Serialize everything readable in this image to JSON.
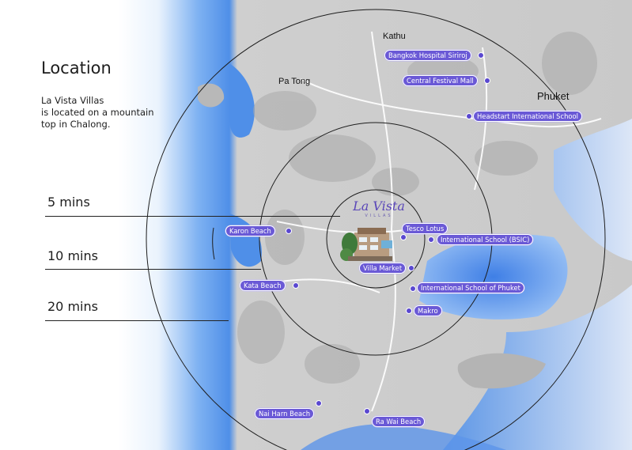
{
  "header": {
    "title": "Location",
    "description": "La Vista Villas\nis located on a mountain\ntop in Chalong."
  },
  "rings": [
    {
      "label": "5 mins"
    },
    {
      "label": "10 mins"
    },
    {
      "label": "20 mins"
    }
  ],
  "towns": {
    "kathu": "Kathu",
    "patong": "Pa Tong",
    "phuket": "Phuket"
  },
  "logo": {
    "name": "La Vista",
    "sub": "VILLAS"
  },
  "places": [
    {
      "label": "Bangkok Hospital Siriroj"
    },
    {
      "label": "Central Festival Mall"
    },
    {
      "label": "Headstart International School"
    },
    {
      "label": "Tesco Lotus"
    },
    {
      "label": "International School (BSIC)"
    },
    {
      "label": "Villa Market"
    },
    {
      "label": "International School of Phuket"
    },
    {
      "label": "Makro"
    },
    {
      "label": "Karon Beach"
    },
    {
      "label": "Kata Beach"
    },
    {
      "label": "Nai Harn Beach"
    },
    {
      "label": "Ra Wai Beach"
    }
  ],
  "colors": {
    "pin": "#6a59d6",
    "sea": "#4f8fe8",
    "land": "#c9c9c9",
    "ring": "#1d1d1d"
  }
}
